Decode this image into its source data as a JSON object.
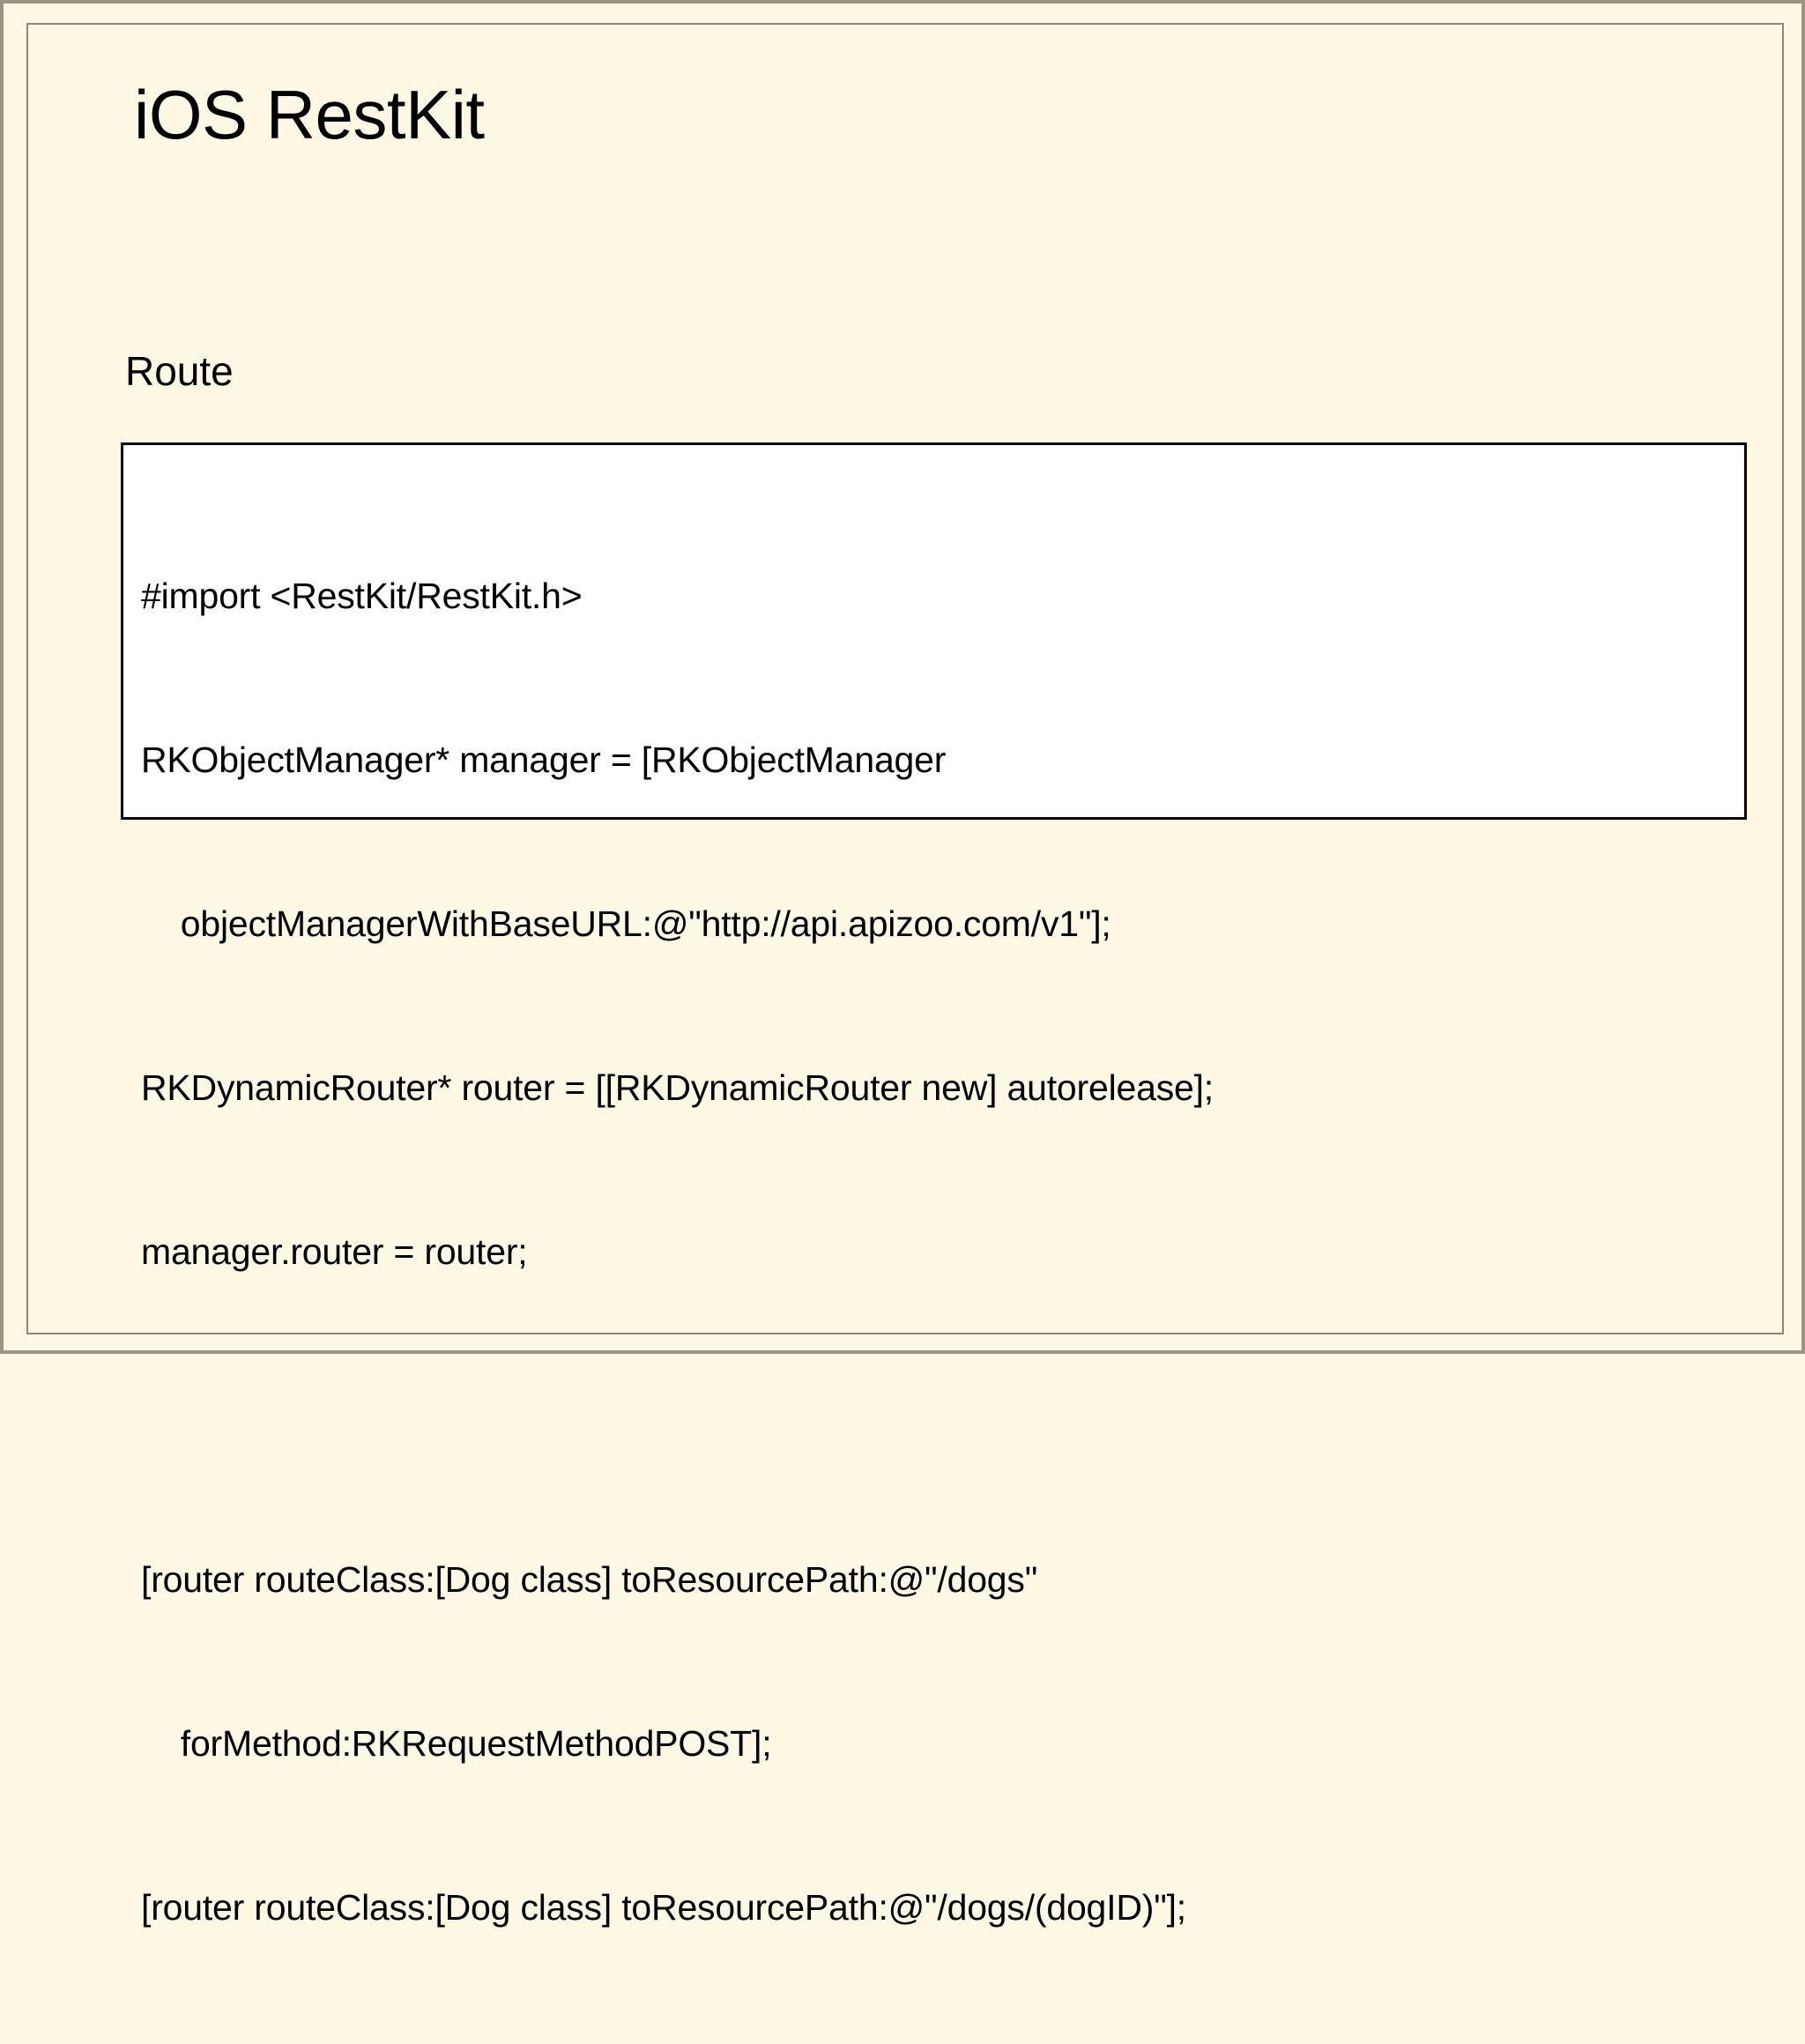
{
  "slide": {
    "title": "iOS RestKit",
    "section_label": "Route",
    "background_color": "#fdf8e3",
    "border_color": "#9a9480",
    "code_box": {
      "background_color": "#ffffff",
      "border_color": "#000000",
      "lines": [
        "#import <RestKit/RestKit.h>",
        "RKObjectManager* manager = [RKObjectManager",
        "    objectManagerWithBaseURL:@\"http://api.apizoo.com/v1\"];",
        "RKDynamicRouter* router = [[RKDynamicRouter new] autorelease];",
        "manager.router = router;",
        "",
        "[router routeClass:[Dog class] toResourcePath:@\"/dogs\"",
        "    forMethod:RKRequestMethodPOST];",
        "[router routeClass:[Dog class] toResourcePath:@\"/dogs/(dogID)\"];"
      ]
    }
  }
}
